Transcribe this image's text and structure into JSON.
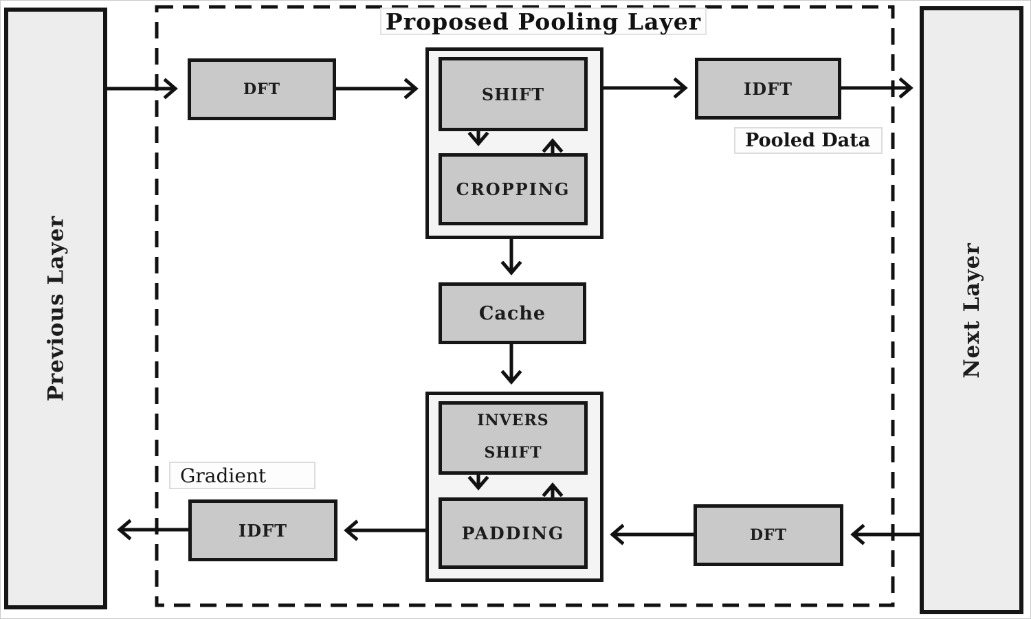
{
  "diagram": {
    "title": "Proposed Pooling Layer",
    "panels": {
      "previous": "Previous Layer",
      "next": "Next Layer"
    },
    "blocks": {
      "dft_top": "DFT",
      "shift": "SHIFT",
      "cropping": "CROPPING",
      "idft_top": "IDFT",
      "cache": "Cache",
      "invers_line1": "INVERS",
      "invers_line2": "SHIFT",
      "padding": "PADDING",
      "dft_bottom": "DFT",
      "idft_bottom": "IDFT"
    },
    "labels": {
      "pooled_data": "Pooled Data",
      "gradient": "Gradient"
    },
    "colors": {
      "block_fill": "#c9c9c9",
      "panel_fill": "#ededed",
      "group_fill": "#f4f4f4",
      "border": "#161616",
      "label_box_border": "#dcdcdc"
    }
  }
}
